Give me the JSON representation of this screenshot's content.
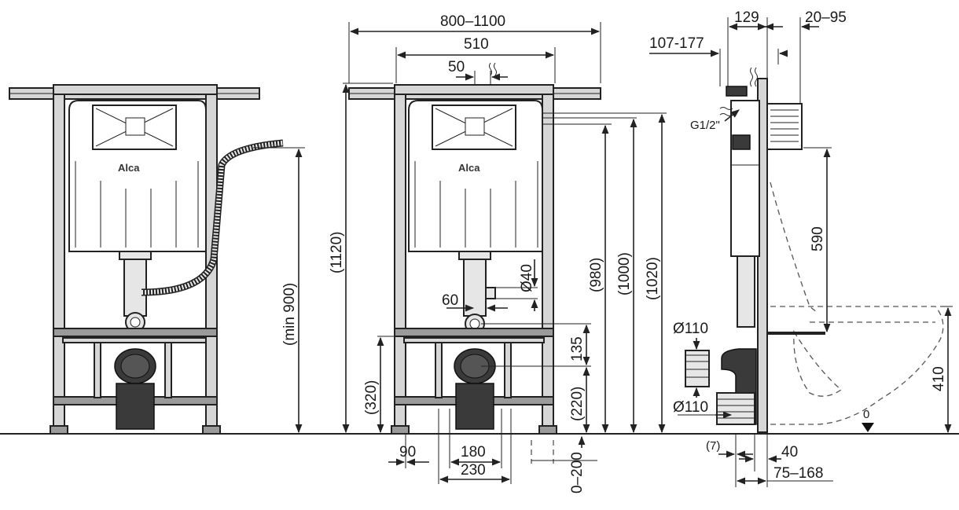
{
  "brand": "Alca",
  "front": {
    "min_height": "(min 900)"
  },
  "middle": {
    "width_range": "800–1100",
    "frame_width": "510",
    "offset_50": "50",
    "height_1120": "(1120)",
    "height_980": "(980)",
    "height_1000": "(1000)",
    "height_1020": "(1020)",
    "pipe_d40": "Ø40",
    "offset_60": "60",
    "height_135": "135",
    "height_320": "(320)",
    "height_220": "(220)",
    "bottom_90": "90",
    "bottom_180": "180",
    "bottom_230": "230",
    "bottom_range": "0–200"
  },
  "side": {
    "top_129": "129",
    "top_range_20_95": "20–95",
    "depth_range": "107-177",
    "thread": "G1/2\"",
    "height_590": "590",
    "pipe_d110_top": "Ø110",
    "pipe_d110_bottom": "Ø110",
    "height_410": "410",
    "floor_zero": "0",
    "bottom_7": "(7)",
    "bottom_40": "40",
    "bottom_range": "75–168"
  }
}
